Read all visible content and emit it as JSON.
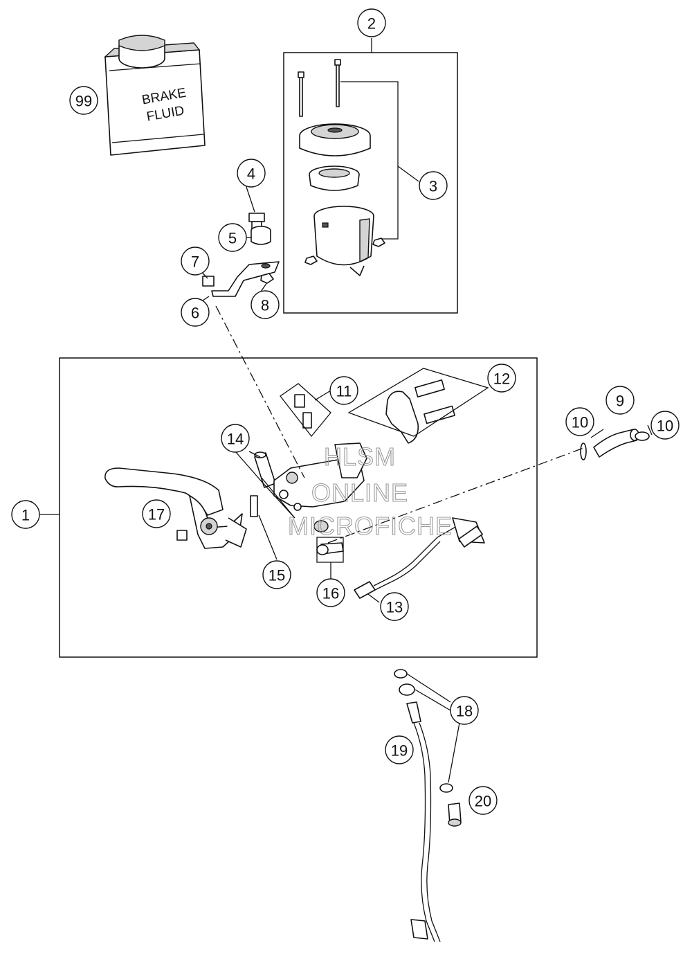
{
  "diagram": {
    "callouts": [
      "1",
      "2",
      "3",
      "4",
      "5",
      "6",
      "7",
      "8",
      "9",
      "10",
      "10",
      "11",
      "12",
      "13",
      "14",
      "15",
      "16",
      "17",
      "18",
      "19",
      "20",
      "99"
    ],
    "brake_fluid_label": {
      "line1": "BRAKE",
      "line2": "FLUID"
    },
    "watermark": {
      "line1": "HLSM",
      "line2": "ONLINE",
      "line3": "MICROFICHE"
    }
  }
}
